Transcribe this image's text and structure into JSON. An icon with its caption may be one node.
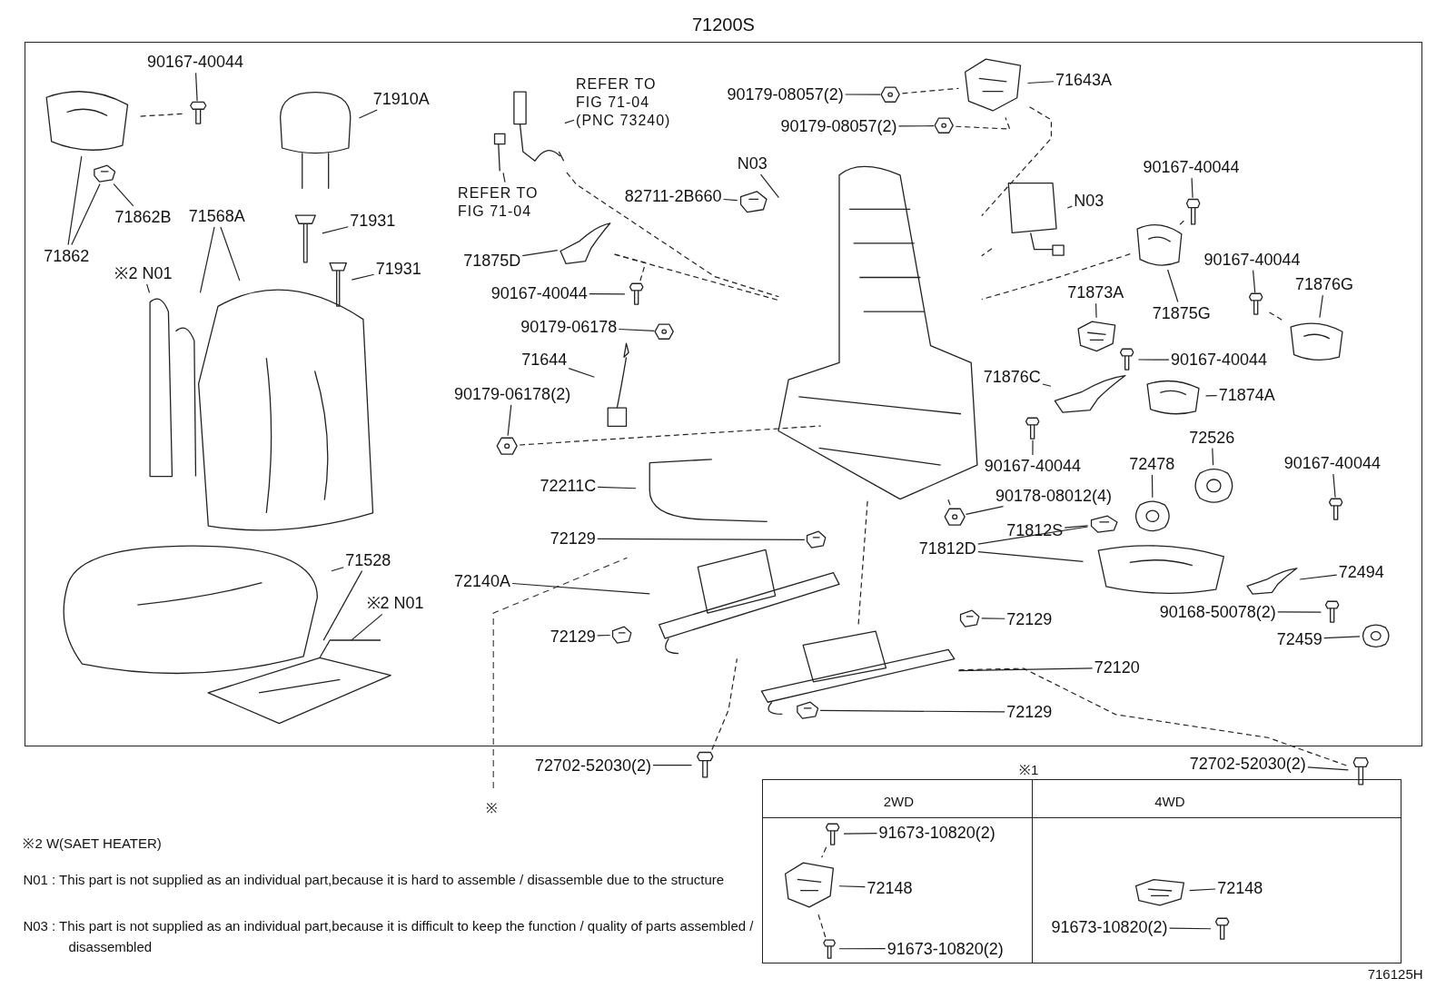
{
  "diagram": {
    "nodes": [
      {
        "text": [
          "71200S"
        ]
      },
      {
        "text": [
          "90167-40044"
        ],
        "in": 0
      },
      {
        "text": [],
        "shape": "picture",
        "in": 0
      },
      {
        "text": [
          "71910A"
        ],
        "in": 0
      },
      {
        "text": [],
        "shape": "picture",
        "in": 0
      },
      {
        "text": [],
        "shape": "picture",
        "in": 0
      },
      {
        "text": [],
        "shape": "picture",
        "in": 0
      },
      {
        "text": [
          "71862B"
        ],
        "in": 0
      },
      {
        "text": [
          "71862"
        ],
        "in": 0
      },
      {
        "text": [
          "71568A"
        ],
        "in": 0
      },
      {
        "text": [
          "※2 N01"
        ],
        "in": 0
      },
      {
        "text": [],
        "shape": "picture",
        "in": 0
      },
      {
        "text": [],
        "shape": "picture",
        "in": 0
      },
      {
        "text": [
          "71931"
        ],
        "in": 0
      },
      {
        "text": [],
        "shape": "picture",
        "in": 0
      },
      {
        "text": [
          "71931"
        ],
        "in": 0
      },
      {
        "text": [],
        "shape": "picture",
        "in": 0
      },
      {
        "text": [
          "REFER TO FIG 71-04 (PNC 73240)"
        ],
        "in": 0
      },
      {
        "text": [],
        "shape": "picture",
        "in": 0
      },
      {
        "text": [
          "REFER TO FIG 71-04"
        ],
        "in": 0
      },
      {
        "text": [],
        "shape": "picture",
        "in": 0
      },
      {
        "text": [
          "90179-08057(2)"
        ],
        "in": 0
      },
      {
        "text": [],
        "shape": "picture",
        "in": 0
      },
      {
        "text": [
          "90179-08057(2)"
        ],
        "in": 0
      },
      {
        "text": [],
        "shape": "picture",
        "in": 0
      },
      {
        "text": [
          "71643A"
        ],
        "in": 0
      },
      {
        "text": [],
        "shape": "picture",
        "in": 0
      },
      {
        "text": [
          "N03"
        ],
        "in": 0
      },
      {
        "text": [],
        "shape": "picture",
        "in": 0
      },
      {
        "text": [
          "82711-2B660"
        ],
        "in": 0
      },
      {
        "text": [],
        "shape": "picture",
        "in": 0
      },
      {
        "text": [
          "N03"
        ],
        "in": 0
      },
      {
        "text": [],
        "shape": "picture",
        "in": 0
      },
      {
        "text": [
          "90167-40044"
        ],
        "in": 0
      },
      {
        "text": [],
        "shape": "picture",
        "in": 0
      },
      {
        "text": [
          "71875D"
        ],
        "in": 0
      },
      {
        "text": [],
        "shape": "picture",
        "in": 0
      },
      {
        "text": [
          "90167-40044"
        ],
        "in": 0
      },
      {
        "text": [],
        "shape": "picture",
        "in": 0
      },
      {
        "text": [],
        "shape": "picture",
        "in": 0
      },
      {
        "text": [
          "71875G"
        ],
        "in": 0
      },
      {
        "text": [
          "90167-40044"
        ],
        "in": 0
      },
      {
        "text": [],
        "shape": "picture",
        "in": 0
      },
      {
        "text": [
          "71876G"
        ],
        "in": 0
      },
      {
        "text": [],
        "shape": "picture",
        "in": 0
      },
      {
        "text": [
          "90179-06178"
        ],
        "in": 0
      },
      {
        "text": [],
        "shape": "picture",
        "in": 0
      },
      {
        "text": [
          "71644"
        ],
        "in": 0
      },
      {
        "text": [],
        "shape": "picture",
        "in": 0
      },
      {
        "text": [
          "71873A"
        ],
        "in": 0
      },
      {
        "text": [],
        "shape": "picture",
        "in": 0
      },
      {
        "text": [],
        "shape": "picture",
        "in": 0
      },
      {
        "text": [
          "90167-40044"
        ],
        "in": 0
      },
      {
        "text": [
          "90179-06178(2)"
        ],
        "in": 0
      },
      {
        "text": [],
        "shape": "picture",
        "in": 0
      },
      {
        "text": [
          "71876C"
        ],
        "in": 0
      },
      {
        "text": [],
        "shape": "picture",
        "in": 0
      },
      {
        "text": [],
        "shape": "picture",
        "in": 0
      },
      {
        "text": [
          "71874A"
        ],
        "in": 0
      },
      {
        "text": [
          "90167-40044"
        ],
        "in": 0
      },
      {
        "text": [],
        "shape": "picture",
        "in": 0
      },
      {
        "text": [
          "72478"
        ],
        "in": 0
      },
      {
        "text": [],
        "shape": "picture",
        "in": 0
      },
      {
        "text": [
          "72526"
        ],
        "in": 0
      },
      {
        "text": [],
        "shape": "picture",
        "in": 0
      },
      {
        "text": [
          "90167-40044"
        ],
        "in": 0
      },
      {
        "text": [],
        "shape": "picture",
        "in": 0
      },
      {
        "text": [
          "72211C"
        ],
        "in": 0
      },
      {
        "text": [],
        "shape": "picture",
        "in": 0
      },
      {
        "text": [],
        "shape": "picture",
        "in": 0
      },
      {
        "text": [
          "90178-08012(4)"
        ],
        "in": 0
      },
      {
        "text": [
          "72129"
        ],
        "in": 0
      },
      {
        "text": [],
        "shape": "picture",
        "in": 0
      },
      {
        "text": [
          "71812S"
        ],
        "in": 0
      },
      {
        "text": [],
        "shape": "picture",
        "in": 0
      },
      {
        "text": [
          "71812D"
        ],
        "in": 0
      },
      {
        "text": [],
        "shape": "picture",
        "in": 0
      },
      {
        "text": [
          "72140A"
        ],
        "in": 0
      },
      {
        "text": [],
        "shape": "picture",
        "in": 0
      },
      {
        "text": [
          "72494"
        ],
        "in": 0
      },
      {
        "text": [],
        "shape": "picture",
        "in": 0
      },
      {
        "text": [
          "72129"
        ],
        "in": 0
      },
      {
        "text": [],
        "shape": "picture",
        "in": 0
      },
      {
        "text": [
          "72129"
        ],
        "in": 0
      },
      {
        "text": [],
        "shape": "picture",
        "in": 0
      },
      {
        "text": [
          "90168-50078(2)"
        ],
        "in": 0
      },
      {
        "text": [],
        "shape": "picture",
        "in": 0
      },
      {
        "text": [
          "72459"
        ],
        "in": 0
      },
      {
        "text": [],
        "shape": "picture",
        "in": 0
      },
      {
        "text": [
          "72120"
        ],
        "in": 0
      },
      {
        "text": [],
        "shape": "picture",
        "in": 0
      },
      {
        "text": [
          "72129"
        ],
        "in": 0
      },
      {
        "text": [],
        "shape": "picture",
        "in": 0
      },
      {
        "text": [
          "71528"
        ],
        "in": 0
      },
      {
        "text": [
          "※2 N01"
        ],
        "in": 0
      },
      {
        "text": [],
        "shape": "picture",
        "in": 0
      },
      {
        "text": [],
        "shape": "picture",
        "in": 0
      },
      {
        "text": [
          "72702-52030(2)"
        ]
      },
      {
        "text": [],
        "shape": "picture"
      },
      {
        "text": [
          "72702-52030(2)"
        ]
      },
      {
        "text": [],
        "shape": "picture"
      },
      {
        "text": [
          "91673-10820(2)"
        ]
      },
      {
        "text": [],
        "shape": "picture"
      },
      {
        "text": [],
        "shape": "picture"
      },
      {
        "text": [
          "72148"
        ]
      },
      {
        "text": [],
        "shape": "picture"
      },
      {
        "text": [
          "91673-10820(2)"
        ]
      },
      {
        "text": [],
        "shape": "picture"
      },
      {
        "text": [
          "72148"
        ]
      },
      {
        "text": [
          "91673-10820(2)"
        ]
      },
      {
        "text": [],
        "shape": "picture"
      }
    ],
    "edges": [
      {
        "from": 1,
        "to": 2,
        "arrow": "none"
      },
      {
        "from": 3,
        "to": 4,
        "arrow": "none"
      },
      {
        "from": 7,
        "to": 6,
        "arrow": "none"
      },
      {
        "from": 8,
        "to": 5,
        "arrow": "none"
      },
      {
        "from": 8,
        "to": 6,
        "arrow": "none"
      },
      {
        "from": 9,
        "to": 12,
        "arrow": "none"
      },
      {
        "from": 9,
        "to": 11,
        "arrow": "none"
      },
      {
        "from": 10,
        "to": 11,
        "arrow": "none"
      },
      {
        "from": 13,
        "to": 14,
        "arrow": "none"
      },
      {
        "from": 15,
        "to": 16,
        "arrow": "none"
      },
      {
        "from": 17,
        "to": 18,
        "arrow": "none"
      },
      {
        "from": 19,
        "to": 20,
        "arrow": "none"
      },
      {
        "from": 21,
        "to": 22,
        "arrow": "none"
      },
      {
        "from": 23,
        "to": 24,
        "arrow": "none"
      },
      {
        "from": 25,
        "to": 26,
        "arrow": "none"
      },
      {
        "from": 27,
        "to": 28,
        "arrow": "none"
      },
      {
        "from": 29,
        "to": 30,
        "arrow": "none"
      },
      {
        "from": 31,
        "to": 32,
        "arrow": "none"
      },
      {
        "from": 33,
        "to": 34,
        "arrow": "none"
      },
      {
        "from": 35,
        "to": 36,
        "arrow": "none"
      },
      {
        "from": 37,
        "to": 38,
        "arrow": "none"
      },
      {
        "from": 40,
        "to": 39,
        "arrow": "none"
      },
      {
        "from": 41,
        "to": 42,
        "arrow": "none"
      },
      {
        "from": 43,
        "to": 44,
        "arrow": "none"
      },
      {
        "from": 45,
        "to": 46,
        "arrow": "none"
      },
      {
        "from": 47,
        "to": 48,
        "arrow": "none"
      },
      {
        "from": 49,
        "to": 50,
        "arrow": "none"
      },
      {
        "from": 52,
        "to": 51,
        "arrow": "none"
      },
      {
        "from": 53,
        "to": 54,
        "arrow": "none"
      },
      {
        "from": 55,
        "to": 56,
        "arrow": "none"
      },
      {
        "from": 58,
        "to": 57,
        "arrow": "none"
      },
      {
        "from": 59,
        "to": 60,
        "arrow": "none"
      },
      {
        "from": 61,
        "to": 62,
        "arrow": "none"
      },
      {
        "from": 63,
        "to": 64,
        "arrow": "none"
      },
      {
        "from": 65,
        "to": 66,
        "arrow": "none"
      },
      {
        "from": 67,
        "to": 68,
        "arrow": "none"
      },
      {
        "from": 70,
        "to": 69,
        "arrow": "none"
      },
      {
        "from": 71,
        "to": 72,
        "arrow": "none"
      },
      {
        "from": 73,
        "to": 74,
        "arrow": "none"
      },
      {
        "from": 75,
        "to": 74,
        "arrow": "none"
      },
      {
        "from": 75,
        "to": 76,
        "arrow": "none"
      },
      {
        "from": 77,
        "to": 78,
        "arrow": "none"
      },
      {
        "from": 79,
        "to": 80,
        "arrow": "none"
      },
      {
        "from": 81,
        "to": 82,
        "arrow": "none"
      },
      {
        "from": 83,
        "to": 84,
        "arrow": "none"
      },
      {
        "from": 85,
        "to": 86,
        "arrow": "none"
      },
      {
        "from": 87,
        "to": 88,
        "arrow": "none"
      },
      {
        "from": 89,
        "to": 90,
        "arrow": "none"
      },
      {
        "from": 91,
        "to": 92,
        "arrow": "none"
      },
      {
        "from": 93,
        "to": 95,
        "arrow": "none"
      },
      {
        "from": 93,
        "to": 96,
        "arrow": "none"
      },
      {
        "from": 94,
        "to": 96,
        "arrow": "none"
      },
      {
        "from": 97,
        "to": 98,
        "arrow": "none"
      },
      {
        "from": 99,
        "to": 100,
        "arrow": "none"
      },
      {
        "from": 101,
        "to": 102,
        "arrow": "none"
      },
      {
        "from": 104,
        "to": 103,
        "arrow": "none"
      },
      {
        "from": 106,
        "to": 105,
        "arrow": "none"
      },
      {
        "from": 108,
        "to": 107,
        "arrow": "none"
      },
      {
        "from": 109,
        "to": 110,
        "arrow": "none"
      },
      {
        "from": 2,
        "to": 5,
        "arrow": "none",
        "style": "dashed"
      },
      {
        "from": 18,
        "to": 28,
        "arrow": "none",
        "style": "dashed"
      },
      {
        "from": 22,
        "to": 26,
        "arrow": "none",
        "style": "dashed"
      },
      {
        "from": 24,
        "to": 26,
        "arrow": "none",
        "style": "dashed"
      },
      {
        "from": 26,
        "to": 28,
        "arrow": "none",
        "style": "dashed"
      },
      {
        "from": 38,
        "to": 36,
        "arrow": "none",
        "style": "dashed"
      },
      {
        "from": 36,
        "to": 28,
        "arrow": "none",
        "style": "dashed"
      },
      {
        "from": 54,
        "to": 28,
        "arrow": "none",
        "style": "dashed"
      },
      {
        "from": 32,
        "to": 28,
        "arrow": "none",
        "style": "dashed"
      },
      {
        "from": 34,
        "to": 39,
        "arrow": "none",
        "style": "dashed"
      },
      {
        "from": 42,
        "to": 44,
        "arrow": "none",
        "style": "dashed"
      },
      {
        "from": 28,
        "to": 90,
        "arrow": "none",
        "style": "dashed"
      },
      {
        "from": 69,
        "to": 28,
        "arrow": "none",
        "style": "dashed"
      },
      {
        "from": 100,
        "to": 90,
        "arrow": "none",
        "style": "dashed"
      },
      {
        "from": 102,
        "to": 103,
        "arrow": "none",
        "style": "dashed"
      },
      {
        "from": 103,
        "to": 105,
        "arrow": "none",
        "style": "dashed"
      },
      {
        "from": 98,
        "to": 78,
        "arrow": "none",
        "style": "dashed"
      },
      {
        "from": 39,
        "to": 28,
        "arrow": "none",
        "style": "dashed"
      }
    ],
    "labels": [
      "※",
      "※1",
      "2WD",
      "4WD",
      "※2 W(SAET HEATER)",
      "N01 : This part is not supplied as an individual part,because it is hard to assemble / disassemble due to the structure",
      "N03 : This part is not supplied as an individual part,because it is difficult to keep the function / quality of parts assembled / disassembled",
      "716125H"
    ]
  }
}
